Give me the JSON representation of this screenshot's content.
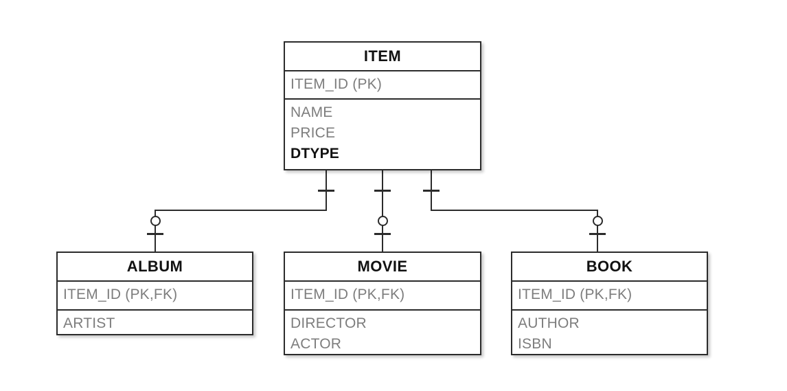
{
  "diagram": {
    "type": "entity-relationship-diagram",
    "notation": "crow's foot (Barker / IE)",
    "background_color": "#ffffff",
    "line_color": "#2b2b2b",
    "attribute_text_color": "#7d7d7d",
    "title_text_color": "#111111"
  },
  "entities": {
    "item": {
      "name": "ITEM",
      "key_attributes": [
        "ITEM_ID (PK)"
      ],
      "attributes": [
        "NAME",
        "PRICE",
        "DTYPE"
      ],
      "discriminator": "DTYPE"
    },
    "album": {
      "name": "ALBUM",
      "key_attributes": [
        "ITEM_ID (PK,FK)"
      ],
      "attributes": [
        "ARTIST"
      ]
    },
    "movie": {
      "name": "MOVIE",
      "key_attributes": [
        "ITEM_ID (PK,FK)"
      ],
      "attributes": [
        "DIRECTOR",
        "ACTOR"
      ]
    },
    "book": {
      "name": "BOOK",
      "key_attributes": [
        "ITEM_ID (PK,FK)"
      ],
      "attributes": [
        "AUTHOR",
        "ISBN"
      ]
    }
  },
  "relationships": [
    {
      "id": "item-album",
      "parent": "ITEM",
      "child": "ALBUM",
      "parent_cardinality": "one",
      "child_cardinality": "zero-or-one"
    },
    {
      "id": "item-movie",
      "parent": "ITEM",
      "child": "MOVIE",
      "parent_cardinality": "one",
      "child_cardinality": "zero-or-one"
    },
    {
      "id": "item-book",
      "parent": "ITEM",
      "child": "BOOK",
      "parent_cardinality": "one",
      "child_cardinality": "zero-or-one"
    }
  ]
}
